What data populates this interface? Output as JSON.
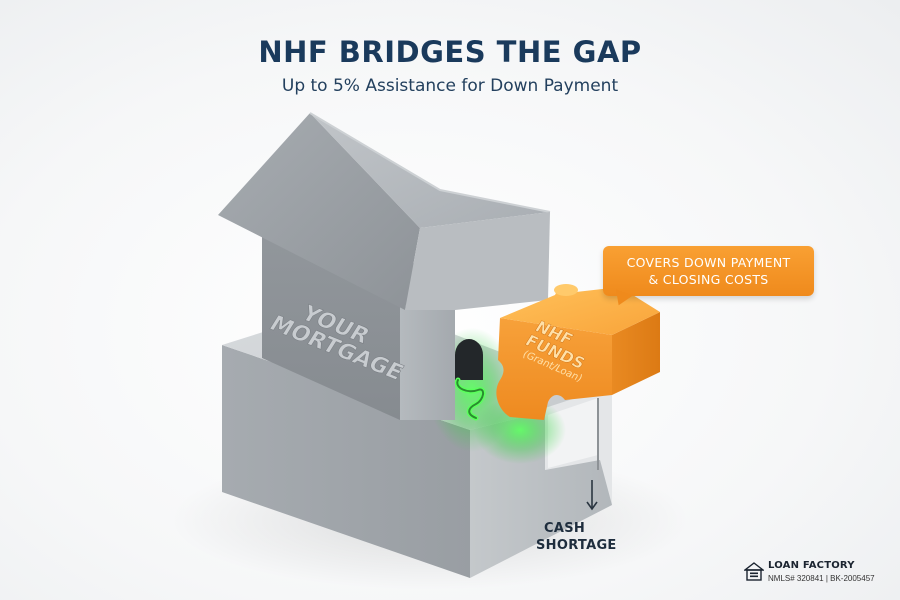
{
  "header": {
    "title": "NHF BRIDGES THE GAP",
    "subtitle": "Up to 5% Assistance for Down Payment"
  },
  "house": {
    "label_line1": "YOUR",
    "label_line2": "MORTGAGE"
  },
  "puzzle_piece": {
    "label_line1": "NHF",
    "label_line2": "FUNDS",
    "label_line3": "(Grant/Loan)"
  },
  "callout": {
    "line1": "COVERS DOWN PAYMENT",
    "line2": "& CLOSING COSTS"
  },
  "cash_shortage": {
    "line1": "CASH",
    "line2": "SHORTAGE"
  },
  "brand": {
    "name": "LOAN FACTORY",
    "nmls": "NMLS# 320841 | BK-2005457",
    "icon": "equal-housing-lender-icon"
  },
  "colors": {
    "title": "#1a3a5c",
    "house_gray": "#9ea3a8",
    "puzzle_orange": "#f5962a",
    "glow_green": "#39d94a",
    "callout_orange": "#f39427"
  }
}
